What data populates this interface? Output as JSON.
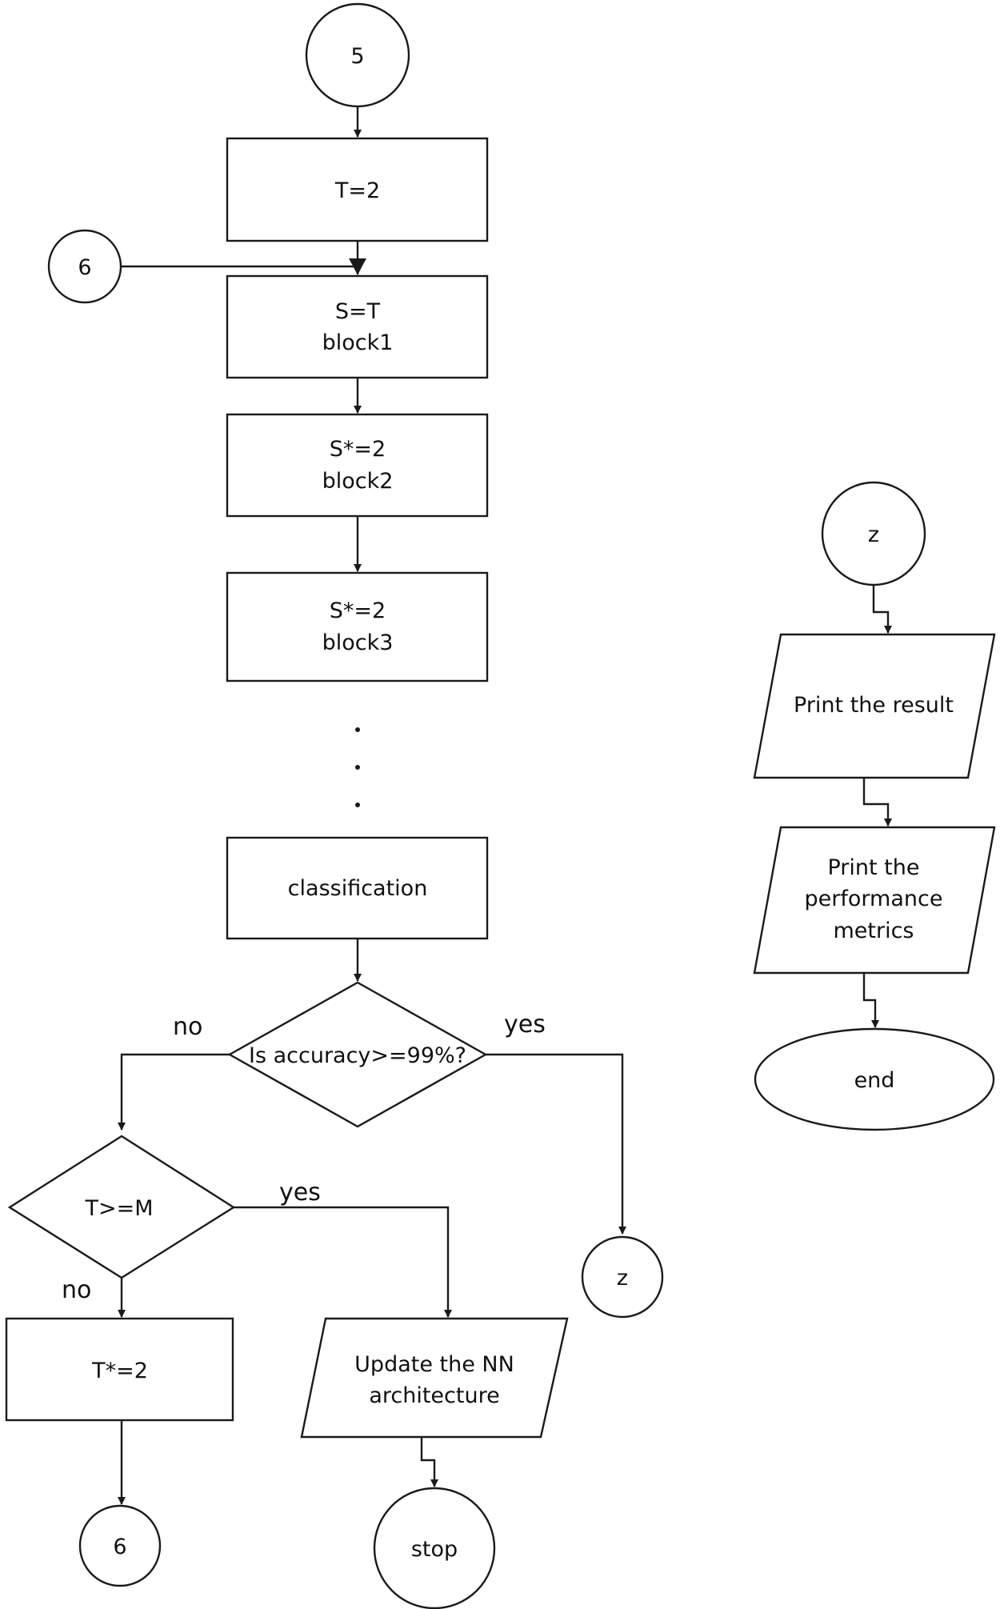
{
  "diagram": {
    "connectors": {
      "c5_top": "5",
      "c6_left": "6",
      "z_bottom": "z",
      "c6_bottom": "6",
      "z_right": "z"
    },
    "boxes": {
      "t_init": "T=2",
      "block1_line1": "S=T",
      "block1_line2": "block1",
      "block2_line1": "S*=2",
      "block2_line2": "block2",
      "block3_line1": "S*=2",
      "block3_line2": "block3",
      "classification": "classification",
      "t_double": "T*=2"
    },
    "decisions": {
      "accuracy": "Is accuracy>=99%?",
      "t_check": "T>=M"
    },
    "branches": {
      "accuracy_no": "no",
      "accuracy_yes": "yes",
      "tcheck_yes": "yes",
      "tcheck_no": "no"
    },
    "io": {
      "update_line1": "Update the NN",
      "update_line2": "architecture",
      "print_result": "Print the result",
      "metrics_line1": "Print the",
      "metrics_line2": "performance",
      "metrics_line3": "metrics"
    },
    "terminals": {
      "stop": "stop",
      "end": "end"
    }
  }
}
